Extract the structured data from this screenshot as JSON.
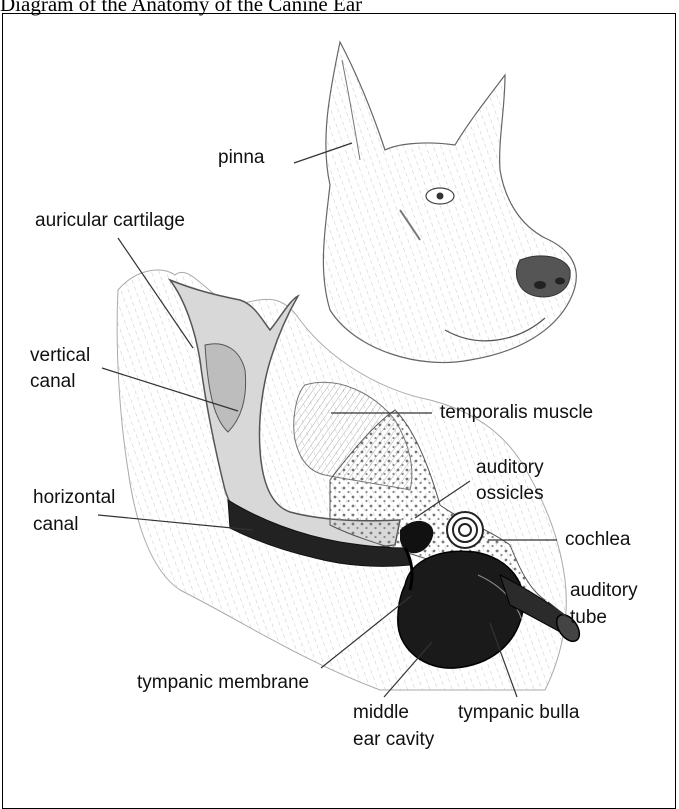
{
  "title": "Diagram of the Anatomy of the Canine Ear",
  "labels": {
    "pinna": "pinna",
    "auricular_cartilage": "auricular cartilage",
    "vertical_canal": [
      "vertical",
      "canal"
    ],
    "temporalis_muscle": "temporalis muscle",
    "horizontal_canal": [
      "horizontal",
      "canal"
    ],
    "auditory_ossicles": [
      "auditory",
      "ossicles"
    ],
    "cochlea": "cochlea",
    "auditory_tube": [
      "auditory",
      "tube"
    ],
    "tympanic_membrane": "tympanic membrane",
    "middle_ear_cavity": [
      "middle",
      "ear cavity"
    ],
    "tympanic_bulla": "tympanic bulla"
  }
}
